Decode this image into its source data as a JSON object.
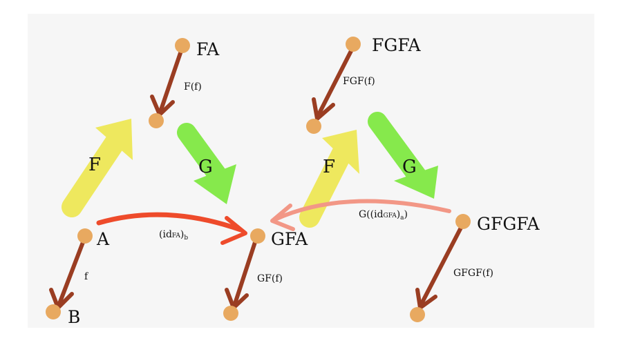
{
  "colors": {
    "background": "#ffffff",
    "panel": "#f6f6f6",
    "node": "#e8a960",
    "morphism_arrow": "#9a3d22",
    "functor_F": "#eee85e",
    "functor_G": "#86e94c",
    "unit_arrow": "#ee4b2b",
    "counit_arrow": "#f29786"
  },
  "nodes": {
    "FA": "FA",
    "FGFA": "FGFA",
    "A": "A",
    "B": "B",
    "GFA": "GFA",
    "GFGFA": "GFGFA"
  },
  "arrows": {
    "Ff": "F(f)",
    "FGFf": "FGF(f)",
    "f": "f",
    "GFf": "GF(f)",
    "GFGFf": "GFGF(f)"
  },
  "functors": {
    "F_left": "F",
    "G_left": "G",
    "F_right": "F",
    "G_right": "G"
  },
  "transformations": {
    "unit": {
      "open": "(id",
      "sub": "FA",
      "close": ")",
      "sub2": "b"
    },
    "counit": {
      "open": "G((id",
      "sub": "GFA",
      "close": ")",
      "sub2": "a",
      "close2": ")"
    }
  }
}
